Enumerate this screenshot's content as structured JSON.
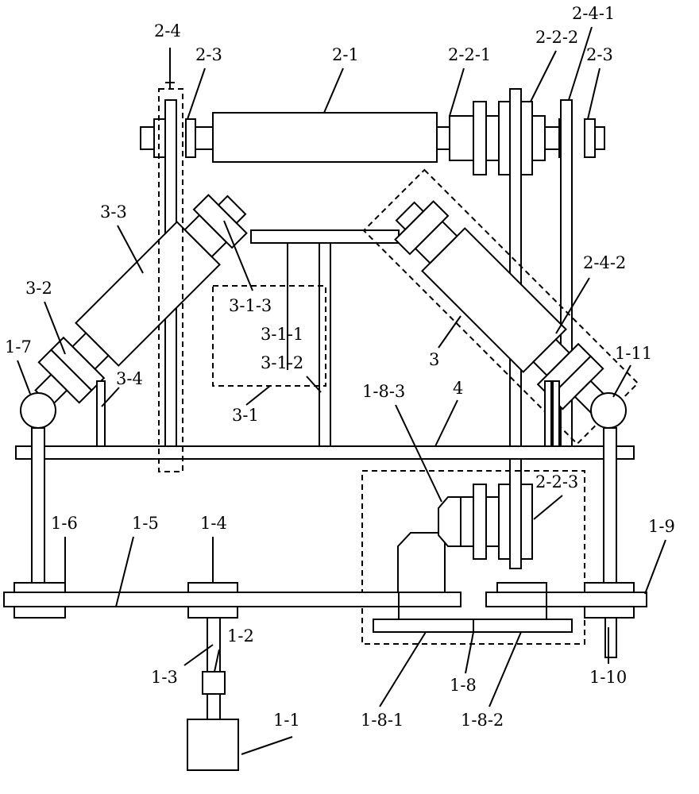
{
  "labels": {
    "l_2_4": "2-4",
    "l_2_3_left": "2-3",
    "l_2_1": "2-1",
    "l_2_2_1": "2-2-1",
    "l_2_2_2": "2-2-2",
    "l_2_4_1": "2-4-1",
    "l_2_3_right": "2-3",
    "l_3_3": "3-3",
    "l_3_2": "3-2",
    "l_1_7": "1-7",
    "l_3_4": "3-4",
    "l_3_1_3": "3-1-3",
    "l_3_1_1": "3-1-1",
    "l_3_1_2": "3-1-2",
    "l_3_1": "3-1",
    "l_3": "3",
    "l_2_4_2": "2-4-2",
    "l_1_11": "1-11",
    "l_1_8_3": "1-8-3",
    "l_4": "4",
    "l_2_2_3": "2-2-3",
    "l_1_6": "1-6",
    "l_1_5": "1-5",
    "l_1_4": "1-4",
    "l_1_9": "1-9",
    "l_1_2": "1-2",
    "l_1_3": "1-3",
    "l_1_8": "1-8",
    "l_1_10": "1-10",
    "l_1_1": "1-1",
    "l_1_8_1": "1-8-1",
    "l_1_8_2": "1-8-2"
  }
}
